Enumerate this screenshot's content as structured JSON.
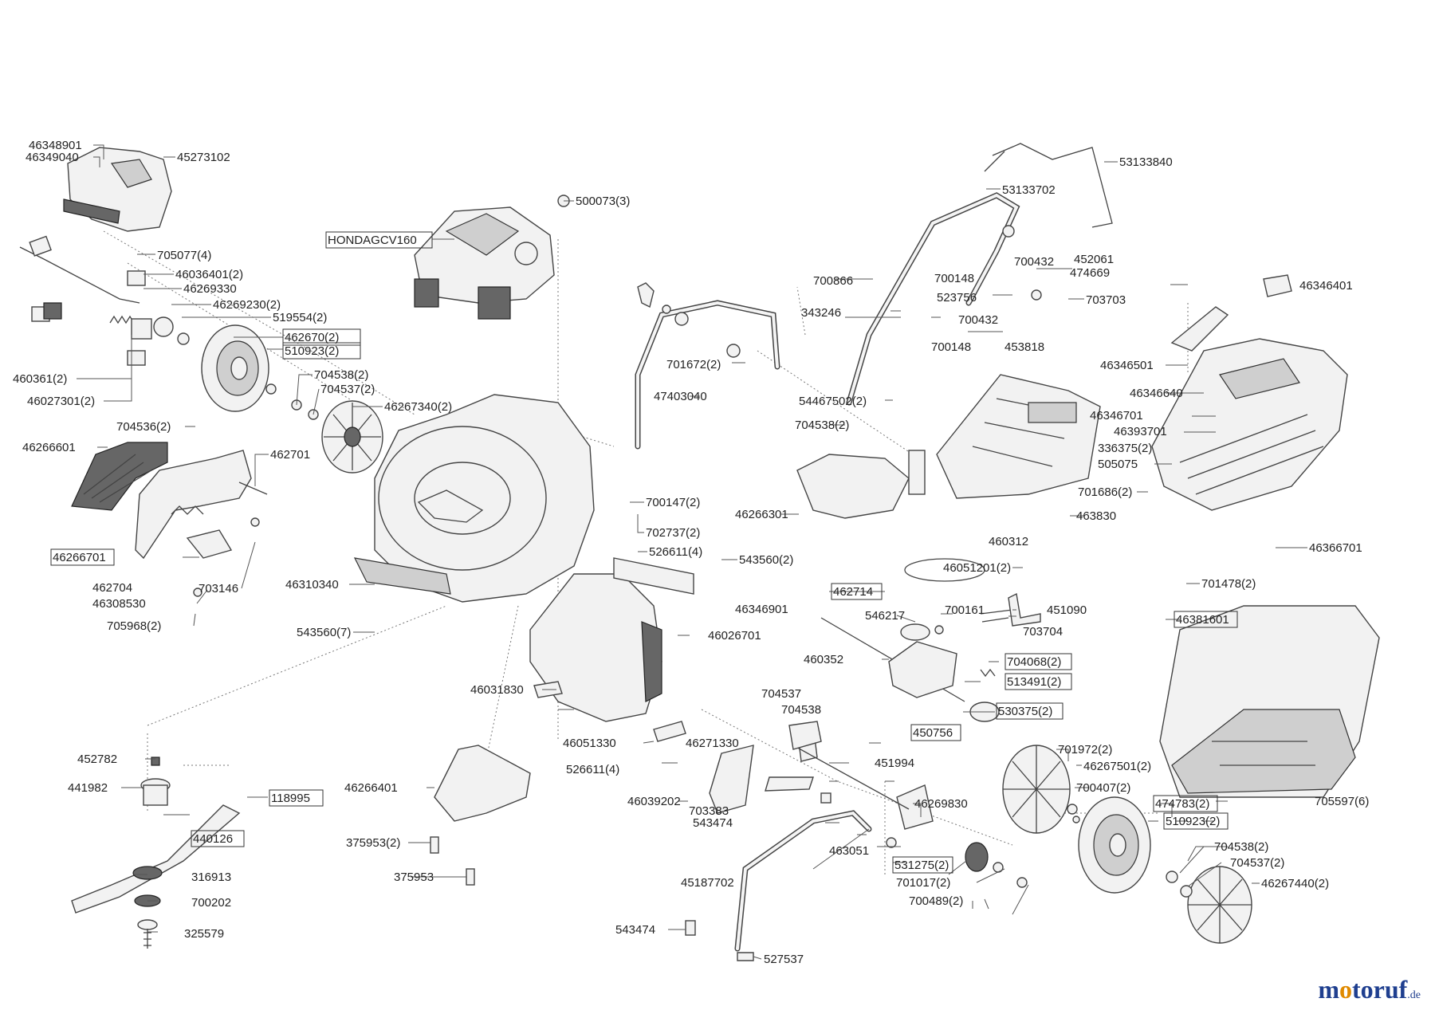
{
  "labels": [
    {
      "id": "l001",
      "text": "46348901",
      "boxed": false
    },
    {
      "id": "l002",
      "text": "46349040",
      "boxed": false
    },
    {
      "id": "l003",
      "text": "45273102",
      "boxed": false
    },
    {
      "id": "l004",
      "text": "500073(3)",
      "boxed": false
    },
    {
      "id": "l005",
      "text": "HONDAGCV160",
      "boxed": true
    },
    {
      "id": "l006",
      "text": "53133840",
      "boxed": false
    },
    {
      "id": "l007",
      "text": "53133702",
      "boxed": false
    },
    {
      "id": "l008",
      "text": "705077(4)",
      "boxed": false
    },
    {
      "id": "l009",
      "text": "46036401(2)",
      "boxed": false
    },
    {
      "id": "l010",
      "text": "46269330",
      "boxed": false
    },
    {
      "id": "l011",
      "text": "46269230(2)",
      "boxed": false
    },
    {
      "id": "l012",
      "text": "519554(2)",
      "boxed": false
    },
    {
      "id": "l013",
      "text": "462670(2)",
      "boxed": true
    },
    {
      "id": "l014",
      "text": "510923(2)",
      "boxed": true
    },
    {
      "id": "l015",
      "text": "460361(2)",
      "boxed": false
    },
    {
      "id": "l016",
      "text": "46027301(2)",
      "boxed": false
    },
    {
      "id": "l017",
      "text": "704538(2)",
      "boxed": false
    },
    {
      "id": "l018",
      "text": "704537(2)",
      "boxed": false
    },
    {
      "id": "l019",
      "text": "46267340(2)",
      "boxed": false
    },
    {
      "id": "l020",
      "text": "700432",
      "boxed": false
    },
    {
      "id": "l021",
      "text": "452061",
      "boxed": false
    },
    {
      "id": "l022",
      "text": "700148",
      "boxed": false
    },
    {
      "id": "l023",
      "text": "474669",
      "boxed": false
    },
    {
      "id": "l024",
      "text": "700866",
      "boxed": false
    },
    {
      "id": "l025",
      "text": "523756",
      "boxed": false
    },
    {
      "id": "l026",
      "text": "703703",
      "boxed": false
    },
    {
      "id": "l027",
      "text": "343246",
      "boxed": false
    },
    {
      "id": "l028",
      "text": "700432",
      "boxed": false
    },
    {
      "id": "l029",
      "text": "46346401",
      "boxed": false
    },
    {
      "id": "l030",
      "text": "700148",
      "boxed": false
    },
    {
      "id": "l031",
      "text": "453818",
      "boxed": false
    },
    {
      "id": "l032",
      "text": "701672(2)",
      "boxed": false
    },
    {
      "id": "l033",
      "text": "46346501",
      "boxed": false
    },
    {
      "id": "l034",
      "text": "54467502(2)",
      "boxed": false
    },
    {
      "id": "l035",
      "text": "47403040",
      "boxed": false
    },
    {
      "id": "l036",
      "text": "46346640",
      "boxed": false
    },
    {
      "id": "l037",
      "text": "46346701",
      "boxed": false
    },
    {
      "id": "l038",
      "text": "704538(2)",
      "boxed": false
    },
    {
      "id": "l039",
      "text": "46393701",
      "boxed": false
    },
    {
      "id": "l040",
      "text": "336375(2)",
      "boxed": false
    },
    {
      "id": "l041",
      "text": "704536(2)",
      "boxed": false
    },
    {
      "id": "l042",
      "text": "505075",
      "boxed": false
    },
    {
      "id": "l043",
      "text": "46266601",
      "boxed": false
    },
    {
      "id": "l044",
      "text": "462701",
      "boxed": false
    },
    {
      "id": "l045",
      "text": "701686(2)",
      "boxed": false
    },
    {
      "id": "l046",
      "text": "700147(2)",
      "boxed": false
    },
    {
      "id": "l047",
      "text": "46266301",
      "boxed": false
    },
    {
      "id": "l048",
      "text": "463830",
      "boxed": false
    },
    {
      "id": "l049",
      "text": "702737(2)",
      "boxed": false
    },
    {
      "id": "l050",
      "text": "460312",
      "boxed": false
    },
    {
      "id": "l051",
      "text": "46366701",
      "boxed": false
    },
    {
      "id": "l052",
      "text": "526611(4)",
      "boxed": false
    },
    {
      "id": "l053",
      "text": "46266701",
      "boxed": true
    },
    {
      "id": "l054",
      "text": "543560(2)",
      "boxed": false
    },
    {
      "id": "l055",
      "text": "46051201(2)",
      "boxed": false
    },
    {
      "id": "l056",
      "text": "701478(2)",
      "boxed": false
    },
    {
      "id": "l057",
      "text": "462704",
      "boxed": false
    },
    {
      "id": "l058",
      "text": "703146",
      "boxed": false
    },
    {
      "id": "l059",
      "text": "46310340",
      "boxed": false
    },
    {
      "id": "l060",
      "text": "46308530",
      "boxed": false
    },
    {
      "id": "l061",
      "text": "462714",
      "boxed": true
    },
    {
      "id": "l062",
      "text": "46346901",
      "boxed": false
    },
    {
      "id": "l063",
      "text": "700161",
      "boxed": false
    },
    {
      "id": "l064",
      "text": "451090",
      "boxed": false
    },
    {
      "id": "l065",
      "text": "705968(2)",
      "boxed": false
    },
    {
      "id": "l066",
      "text": "546217",
      "boxed": false
    },
    {
      "id": "l067",
      "text": "46381601",
      "boxed": true
    },
    {
      "id": "l068",
      "text": "543560(7)",
      "boxed": false
    },
    {
      "id": "l069",
      "text": "46026701",
      "boxed": false
    },
    {
      "id": "l070",
      "text": "703704",
      "boxed": false
    },
    {
      "id": "l071",
      "text": "460352",
      "boxed": false
    },
    {
      "id": "l072",
      "text": "704068(2)",
      "boxed": true
    },
    {
      "id": "l073",
      "text": "46031830",
      "boxed": false
    },
    {
      "id": "l074",
      "text": "513491(2)",
      "boxed": true
    },
    {
      "id": "l075",
      "text": "704537",
      "boxed": false
    },
    {
      "id": "l076",
      "text": "704538",
      "boxed": false
    },
    {
      "id": "l077",
      "text": "530375(2)",
      "boxed": true
    },
    {
      "id": "l078",
      "text": "46051330",
      "boxed": false
    },
    {
      "id": "l079",
      "text": "46271330",
      "boxed": false
    },
    {
      "id": "l080",
      "text": "450756",
      "boxed": true
    },
    {
      "id": "l081",
      "text": "452782",
      "boxed": false
    },
    {
      "id": "l082",
      "text": "701972(2)",
      "boxed": false
    },
    {
      "id": "l083",
      "text": "526611(4)",
      "boxed": false
    },
    {
      "id": "l084",
      "text": "451994",
      "boxed": false
    },
    {
      "id": "l085",
      "text": "46267501(2)",
      "boxed": false
    },
    {
      "id": "l086",
      "text": "441982",
      "boxed": false
    },
    {
      "id": "l087",
      "text": "46266401",
      "boxed": false
    },
    {
      "id": "l088",
      "text": "700407(2)",
      "boxed": false
    },
    {
      "id": "l089",
      "text": "118995",
      "boxed": true
    },
    {
      "id": "l090",
      "text": "46039202",
      "boxed": false
    },
    {
      "id": "l091",
      "text": "474783(2)",
      "boxed": true
    },
    {
      "id": "l092",
      "text": "705597(6)",
      "boxed": false
    },
    {
      "id": "l093",
      "text": "703383",
      "boxed": false
    },
    {
      "id": "l094",
      "text": "46269830",
      "boxed": false
    },
    {
      "id": "l095",
      "text": "543474",
      "boxed": false
    },
    {
      "id": "l096",
      "text": "510923(2)",
      "boxed": true
    },
    {
      "id": "l097",
      "text": "440126",
      "boxed": true
    },
    {
      "id": "l098",
      "text": "375953(2)",
      "boxed": false
    },
    {
      "id": "l099",
      "text": "463051",
      "boxed": false
    },
    {
      "id": "l100",
      "text": "704538(2)",
      "boxed": false
    },
    {
      "id": "l101",
      "text": "316913",
      "boxed": false
    },
    {
      "id": "l102",
      "text": "531275(2)",
      "boxed": true
    },
    {
      "id": "l103",
      "text": "704537(2)",
      "boxed": false
    },
    {
      "id": "l104",
      "text": "375953",
      "boxed": false
    },
    {
      "id": "l105",
      "text": "45187702",
      "boxed": false
    },
    {
      "id": "l106",
      "text": "701017(2)",
      "boxed": false
    },
    {
      "id": "l107",
      "text": "46267440(2)",
      "boxed": false
    },
    {
      "id": "l108",
      "text": "700202",
      "boxed": false
    },
    {
      "id": "l109",
      "text": "700489(2)",
      "boxed": false
    },
    {
      "id": "l110",
      "text": "325579",
      "boxed": false
    },
    {
      "id": "l111",
      "text": "543474",
      "boxed": false
    },
    {
      "id": "l112",
      "text": "527537",
      "boxed": false
    }
  ],
  "logo": {
    "text_pre": "m",
    "text_o": "o",
    "text_post": "toruf",
    "tld": ".de"
  }
}
